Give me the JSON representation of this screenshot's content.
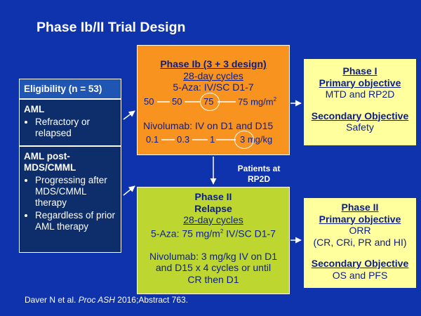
{
  "slide": {
    "title": "Phase Ib/II Trial Design",
    "footer_prefix": "Daver N et al. ",
    "footer_journal": "Proc ASH",
    "footer_suffix": " 2016;Abstract 763."
  },
  "eligibility": {
    "heading": "Eligibility (n = 53)",
    "aml_heading": "AML",
    "aml_items": [
      "Refractory or relapsed"
    ],
    "post_heading_line1": "AML post-",
    "post_heading_line2": "MDS/CMML",
    "post_items": [
      "Progressing after MDS/CMML therapy",
      "Regardless of prior AML therapy"
    ]
  },
  "phase1b": {
    "title": "Phase Ib (3 + 3 design)",
    "cycles": "28-day cycles",
    "aza": "5-Aza: IV/SC D1-7",
    "aza_doses": [
      "50",
      "50",
      "75",
      "75 mg/m"
    ],
    "aza_sup": "2",
    "nivo": "Nivolumab: IV on D1 and D15",
    "nivo_doses": [
      "0.1",
      "0.3",
      "1",
      "3 mg/kg"
    ]
  },
  "phase1_obj": {
    "title": "Phase I",
    "primary_heading": "Primary objective",
    "primary": "MTD and RP2D",
    "secondary_heading": "Secondary Objective",
    "secondary": "Safety"
  },
  "transition": {
    "line1": "Patients at",
    "line2": "RP2D"
  },
  "phase2": {
    "title": "Phase II",
    "subtitle": "Relapse",
    "cycles": "28-day cycles",
    "aza_pre": "5-Aza: 75 mg/m",
    "aza_sup": "2",
    "aza_post": " IV/SC D1-7",
    "nivo_line1": "Nivolumab: 3 mg/kg IV on D1",
    "nivo_line2": "and D15 x 4 cycles or until",
    "nivo_line3": "CR then D1"
  },
  "phase2_obj": {
    "title": "Phase II",
    "primary_heading": "Primary objective",
    "primary": "ORR",
    "primary_detail": "(CR, CRi, PR and HI)",
    "secondary_heading": "Secondary Objective",
    "secondary": "OS and PFS"
  }
}
